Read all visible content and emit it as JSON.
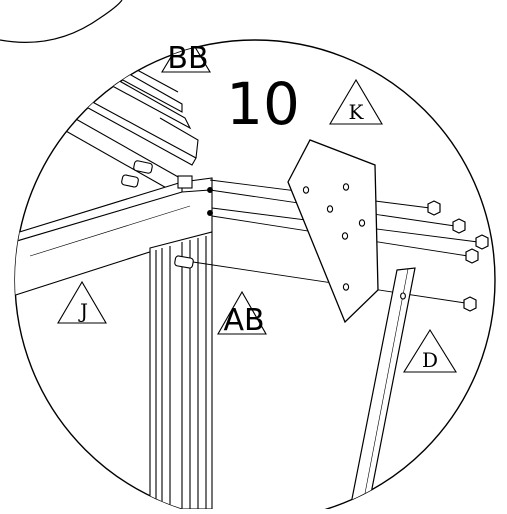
{
  "step_number": "10",
  "labels": {
    "bb": "BB",
    "k": "K",
    "j": "J",
    "ab": "AB",
    "d": "D"
  },
  "colors": {
    "line": "#000000",
    "background": "#ffffff",
    "metal_fill": "#ffffff",
    "shadow": "#cfcfcf"
  }
}
